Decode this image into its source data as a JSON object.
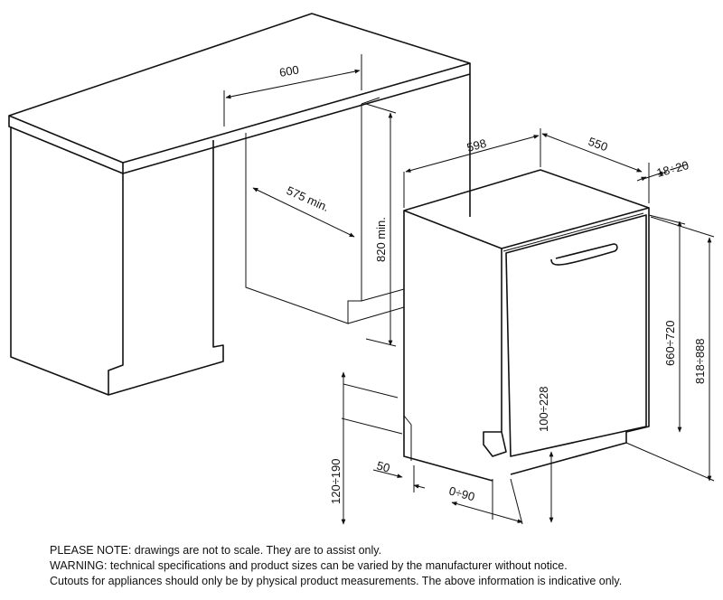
{
  "dimensions": {
    "counter_depth": "600",
    "cavity_depth": "575 min.",
    "cavity_height": "820 min.",
    "appliance_width": "598",
    "appliance_depth": "550",
    "panel_thickness": "18÷20",
    "panel_height": "660÷720",
    "total_height": "818÷888",
    "door_gap": "100÷228",
    "plinth_height": "120÷190",
    "plinth_depth": "50",
    "plinth_offset": "0÷90"
  },
  "notes": {
    "line1": "PLEASE NOTE:  drawings are not to scale.  They are to assist only.",
    "line2": "WARNING:  technical specifications and product sizes can be varied by the manufacturer without notice.",
    "line3": "Cutouts for appliances should only be by physical product measurements.  The above information is indicative only."
  }
}
